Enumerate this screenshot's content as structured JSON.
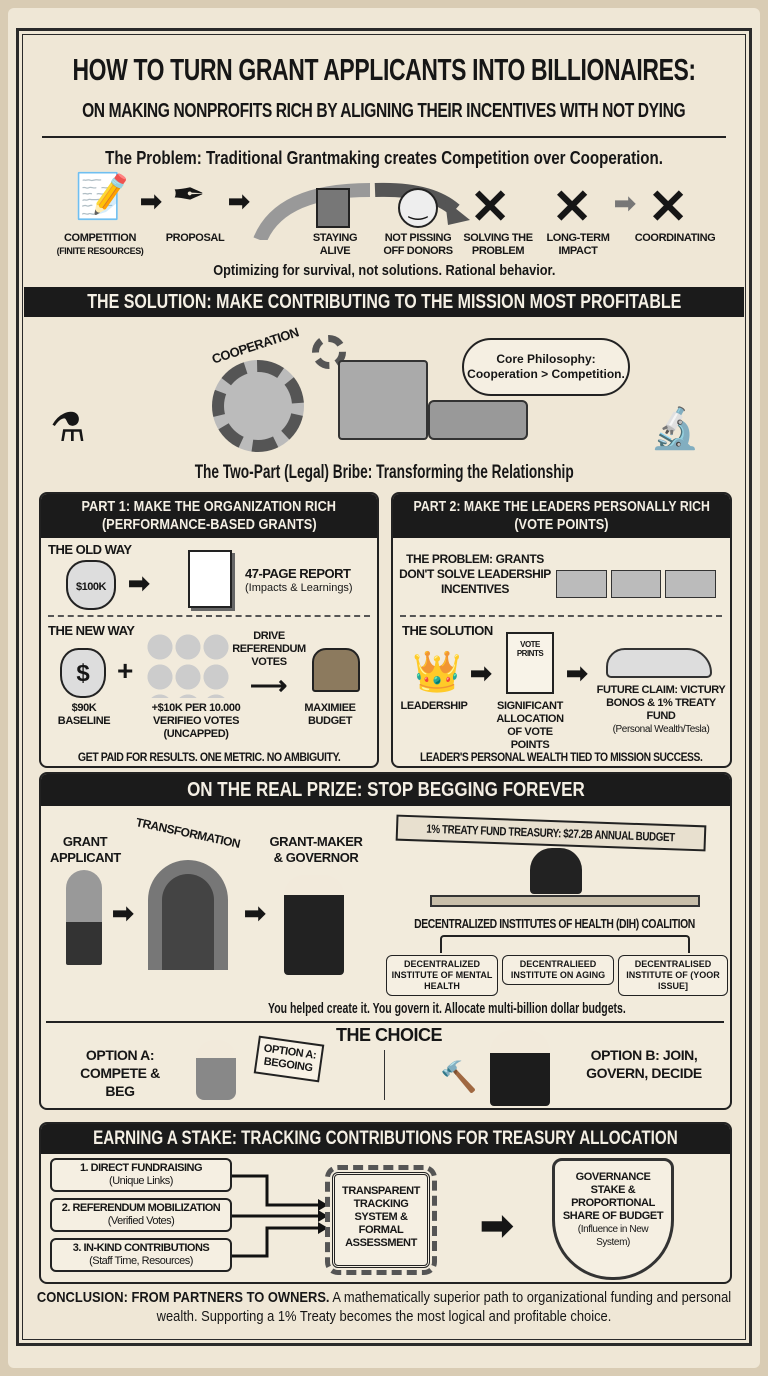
{
  "header": {
    "title": "HOW TO TURN GRANT APPLICANTS INTO BILLIONAIRES:",
    "subtitle": "ON MAKING NONPROFITS RICH BY ALIGNING THEIR INCENTIVES WITH NOT DYING",
    "problem": "The Problem: Traditional Grantmaking creates Competition over Cooperation."
  },
  "problem_flow": {
    "steps": [
      {
        "label": "COMPETITION",
        "sub": "(FINITE RESOURCES)",
        "icon": "document-pen-icon"
      },
      {
        "label": "PROPOSAL",
        "icon": "pen-icon"
      },
      {
        "label": "STAYING ALIVE",
        "icon": "building-icon"
      },
      {
        "label": "NOT PISSING OFF DONORS",
        "icon": "smiley-icon"
      },
      {
        "label": "SOLVING THE PROBLEM",
        "icon": "crossed-arrows-icon"
      },
      {
        "label": "LONG-TERM IMPACT",
        "icon": "crossed-globe-icon"
      },
      {
        "label": "COORDINATING",
        "icon": "crossed-people-icon"
      }
    ],
    "tagline": "Optimizing for survival, not solutions. Rational behavior."
  },
  "solution": {
    "banner": "THE SOLUTION: MAKE CONTRIBUTING TO THE MISSION MOST PROFITABLE",
    "gear_label": "COOPERATION",
    "thought": "Core Philosophy: Cooperation > Competition.",
    "subtitle": "The Two-Part (Legal) Bribe: Transforming the Relationship"
  },
  "part1": {
    "title": "PART 1: MAKE THE ORGANIZATION RICH",
    "subtitle": "(PERFORMANCE-BASED GRANTS)",
    "old_way": "THE OLD WAY",
    "old_bag": "$100K",
    "report": "47-PAGE REPORT",
    "report_sub": "(Impacts & Learnings)",
    "new_way": "THE NEW WAY",
    "baseline": "$90K BASELINE",
    "bonus": "+$10K PER 10.000 VERIFIEO VOTES (UNCAPPED)",
    "drive": "DRIVE REFERENDUM VOTES",
    "maximize": "MAXIMIEE BUDGET",
    "dollar": "$",
    "plus": "+",
    "footer": "GET PAID FOR RESULTS. ONE METRIC. NO AMBIGUITY."
  },
  "part2": {
    "title": "PART 2: MAKE THE LEADERS PERSONALLY RICH",
    "subtitle": "(VOTE POINTS)",
    "problem": "THE PROBLEM: GRANTS DON'T SOLVE LEADERSHIP INCENTIVES",
    "solution": "THE SOLUTION",
    "leadership": "LEADERSHIP",
    "cert": "VOTE PRINTS",
    "allocation": "SIGNIFICANT ALLOCATION OF VOTE POINTS",
    "future": "FUTURE CLAIM: VICTURY BONOS & 1% TREATY FUND",
    "future_sub": "(Personal Wealth/Tesla)",
    "footer": "LEADER'S PERSONAL WEALTH TIED TO MISSION SUCCESS."
  },
  "prize": {
    "banner": "ON THE REAL PRIZE: STOP BEGGING FOREVER",
    "applicant": "GRANT APPLICANT",
    "transformation": "TRANSFORMATION",
    "governor": "GRANT-MAKER & GOVERNOR",
    "treasury": "1% TREATY FUND TREASURY: $27.2B ANNUAL BUDGET",
    "coalition": "DECENTRALIZED INSTITUTES OF HEALTH (DIH) COALITION",
    "institutes": [
      "DECENTRALIZED INSTITUTE OF MENTAL HEALTH",
      "DECENTRALIEED INSTITUTE ON AGING",
      "DECENTRALISED INSTITUTE OF (YOOR ISSUE]"
    ],
    "tagline": "You helped create it.  You govern it. Allocate multi-billion dollar budgets.",
    "choice": "THE CHOICE",
    "option_a": "OPTION A: COMPETE & BEG",
    "sign": "OPTION A: BEGOING",
    "option_b": "OPTION B: JOIN, GOVERN, DECIDE"
  },
  "stake": {
    "banner": "EARNING A STAKE: TRACKING CONTRIBUTIONS FOR TREASURY ALLOCATION",
    "inputs": [
      {
        "label": "1. DIRECT FUNDRAISING",
        "sub": "(Unique Links)"
      },
      {
        "label": "2. REFERENDUM MOBILIZATION",
        "sub": "(Verified Votes)"
      },
      {
        "label": "3. IN-KIND CONTRIBUTIONS",
        "sub": "(Staff Time, Resources)"
      }
    ],
    "chip": "TRANSPARENT TRACKING SYSTEM & FORMAL ASSESSMENT",
    "shield": "GOVERNANCE STAKE & PROPORTIONAL SHARE OF BUDGET",
    "shield_sub": "(Influence in New System)"
  },
  "conclusion": {
    "bold": "CONCLUSION: FROM PARTNERS TO OWNERS.",
    "text": " A mathematically superior path to organizational funding and personal wealth. Supporting a 1% Treaty becomes the most logical and profitable choice."
  }
}
